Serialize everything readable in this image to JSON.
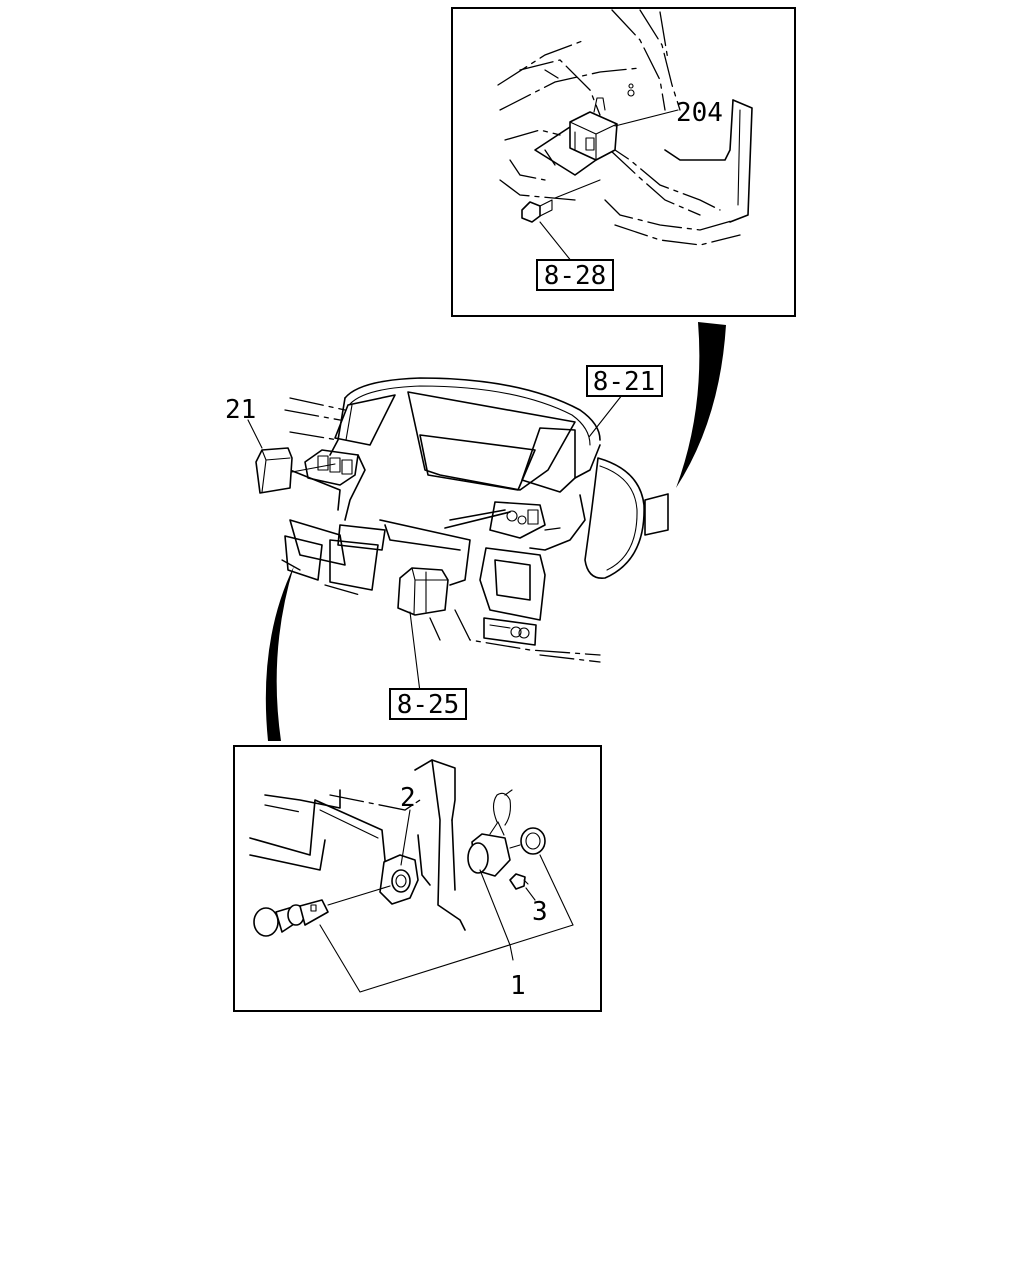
{
  "refs": {
    "r_8_28": "8-28",
    "r_8_21": "8-21",
    "r_8_25": "8-25"
  },
  "parts": {
    "p204": "204",
    "p21": "21",
    "p2": "2",
    "p3": "3",
    "p1": "1"
  }
}
